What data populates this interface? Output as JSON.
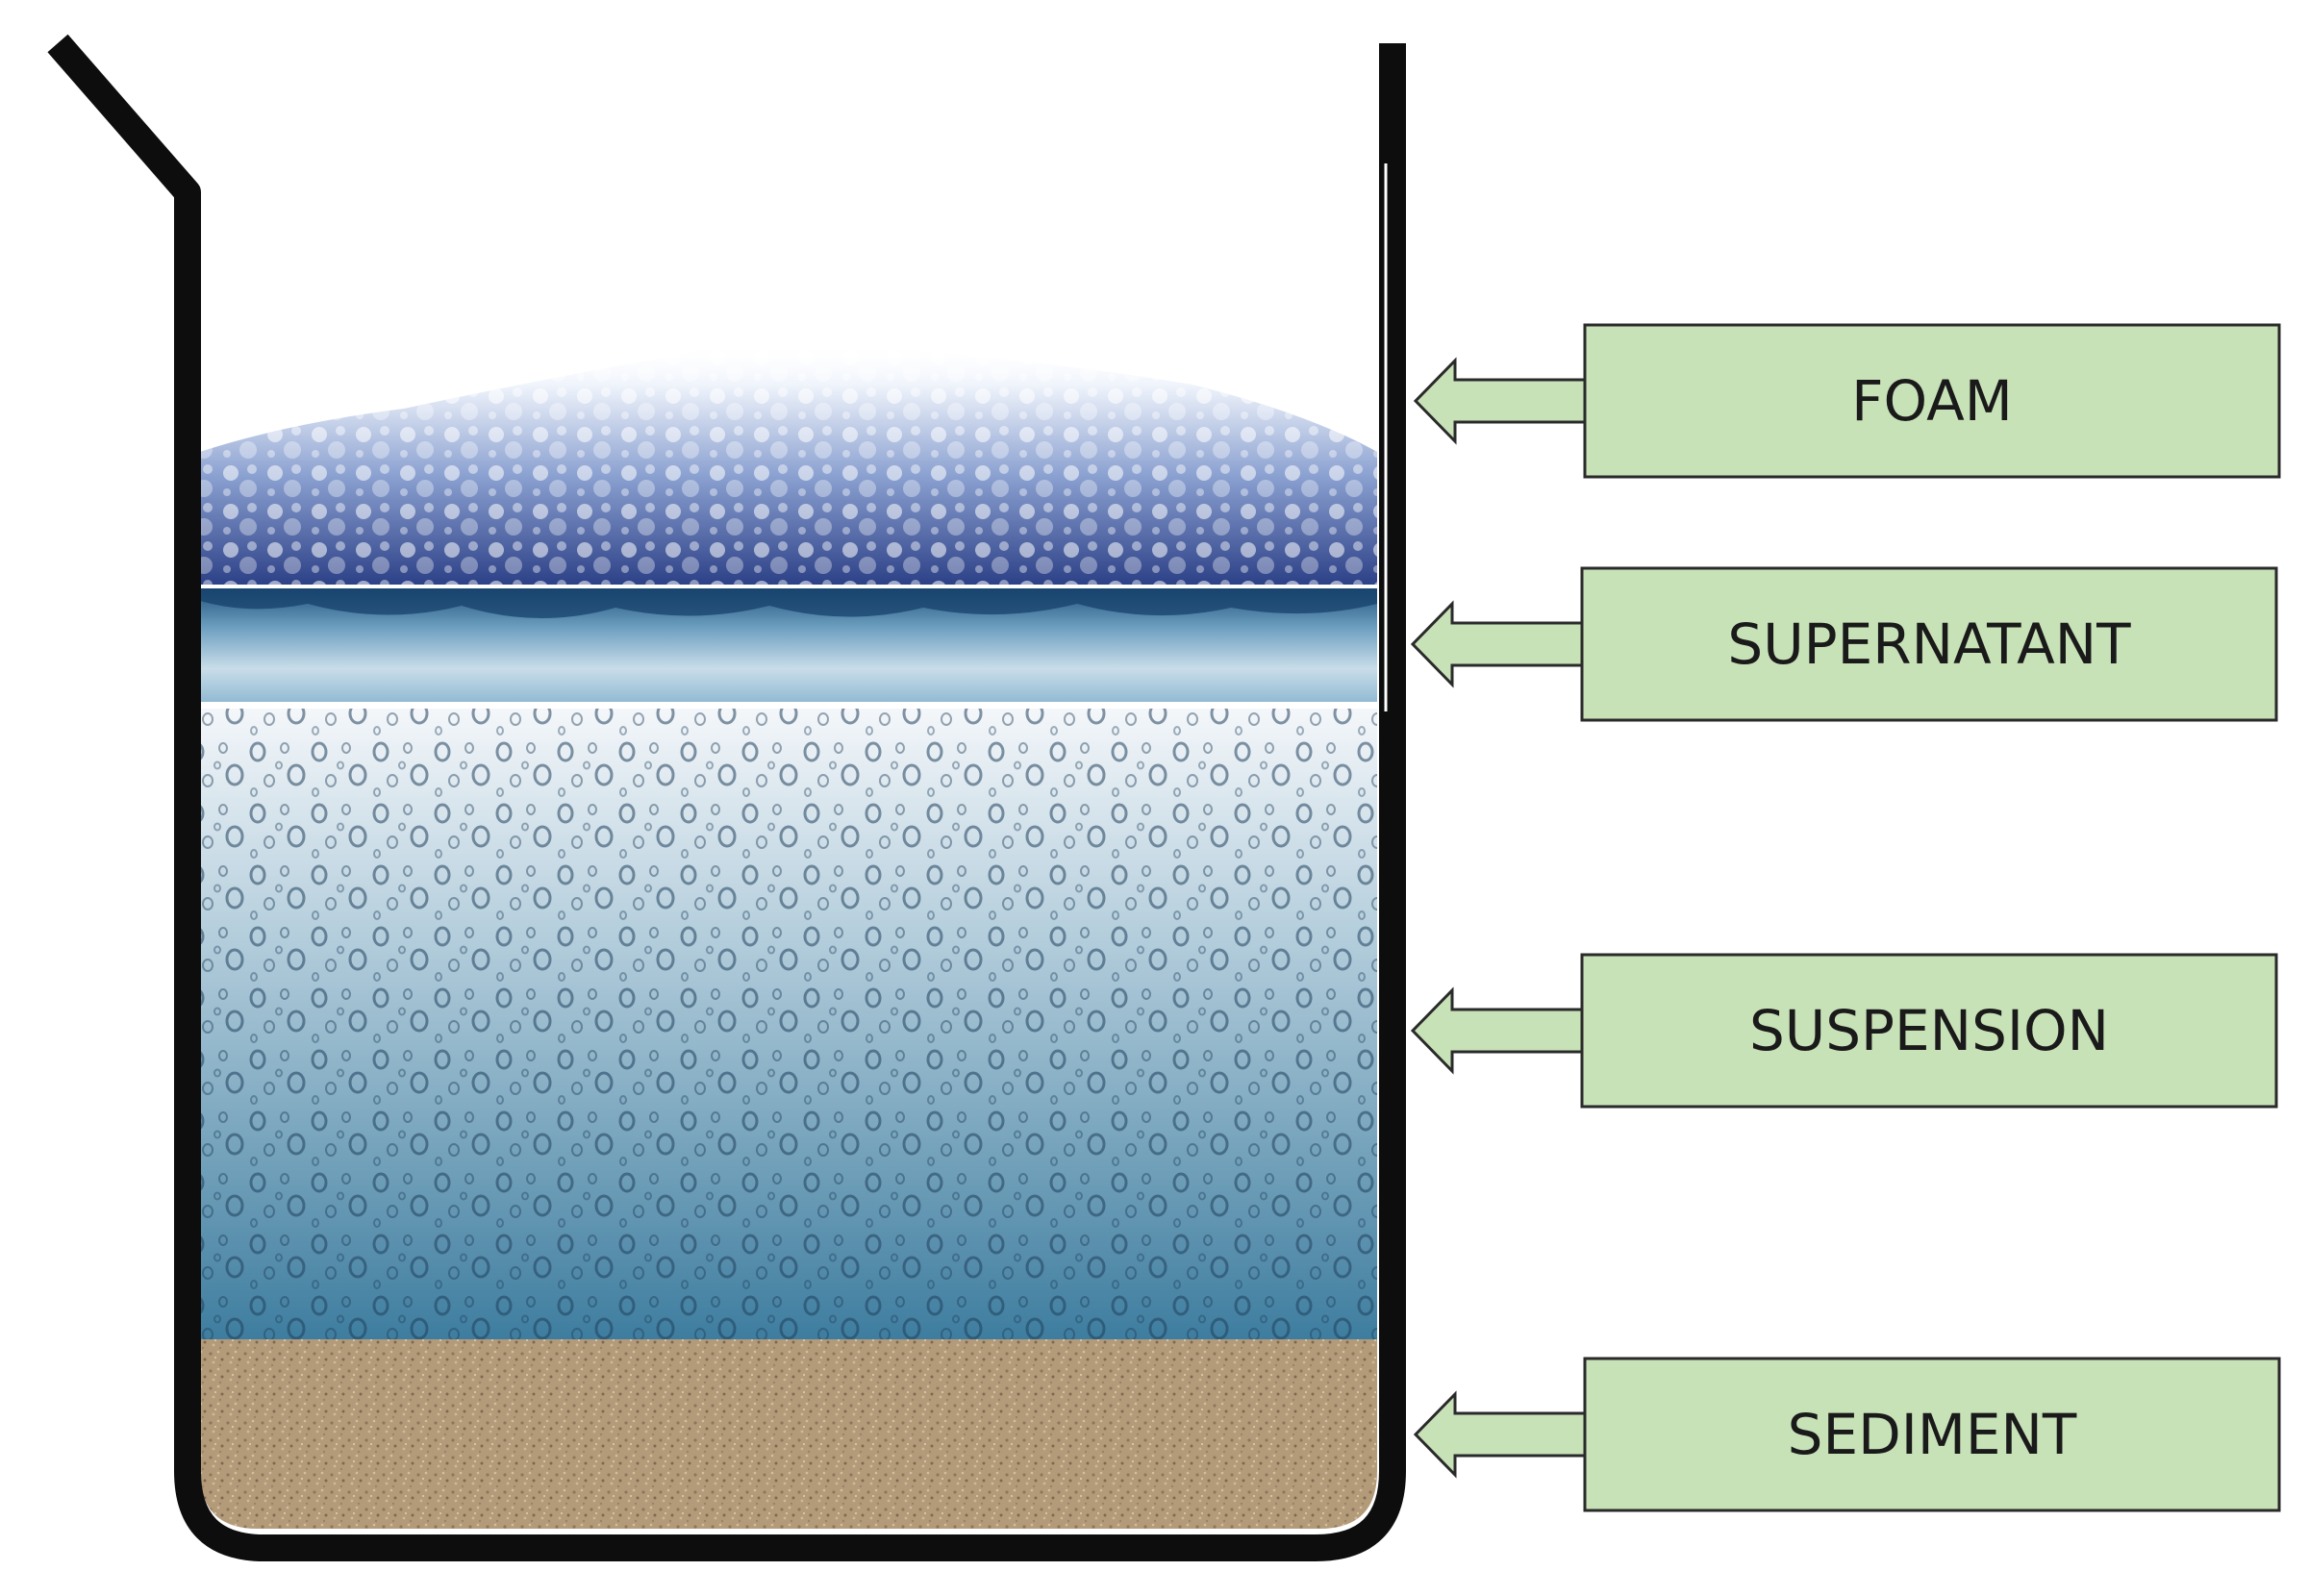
{
  "labels": [
    {
      "id": "foam",
      "text": "FOAM"
    },
    {
      "id": "supernatant",
      "text": "SUPERNATANT"
    },
    {
      "id": "suspension",
      "text": "SUSPENSION"
    },
    {
      "id": "sediment",
      "text": "SEDIMENT"
    }
  ],
  "colors": {
    "label_fill": "#c8e2b8",
    "label_stroke": "#2a2a2a",
    "beaker_wall": "#0d0d0d",
    "foam_top": "#e8eff8",
    "foam_bottom": "#2b3f86",
    "supernatant": "#9fc4dc",
    "suspension_top": "#f4f7fa",
    "suspension_bottom": "#3e7d9f",
    "sediment": "#b49c7c"
  }
}
